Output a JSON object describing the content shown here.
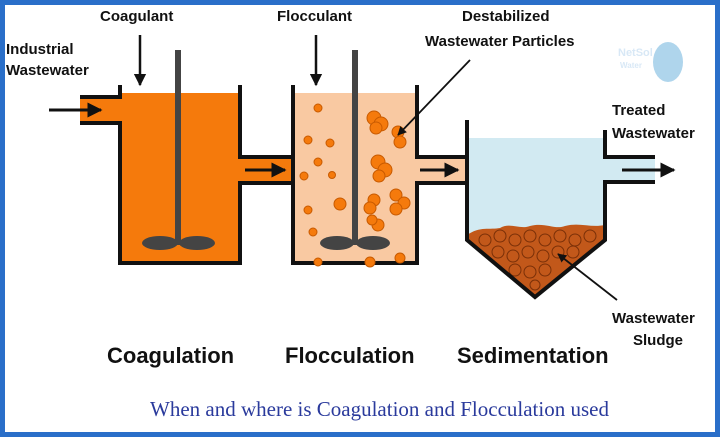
{
  "labels": {
    "industrial_1": "Industrial",
    "industrial_2": "Wastewater",
    "coagulant": "Coagulant",
    "flocculant": "Flocculant",
    "particles_1": "Destabilized",
    "particles_2": "Wastewater Particles",
    "treated_1": "Treated",
    "treated_2": "Wastewater",
    "sludge_1": "Wastewater",
    "sludge_2": "Sludge"
  },
  "stages": [
    "Coagulation",
    "Flocculation",
    "Sedimentation"
  ],
  "caption": "When and where is Coagulation and Flocculation used",
  "logo": {
    "line1": "NetSol",
    "line2": "Water"
  },
  "colors": {
    "coagulation": "#f57a0c",
    "flocculation": "#f9c9a2",
    "sedimentation": "#d2eaf2",
    "sludge": "#c2581a",
    "border": "#2a6fc9",
    "caption": "#2a3a9c"
  }
}
